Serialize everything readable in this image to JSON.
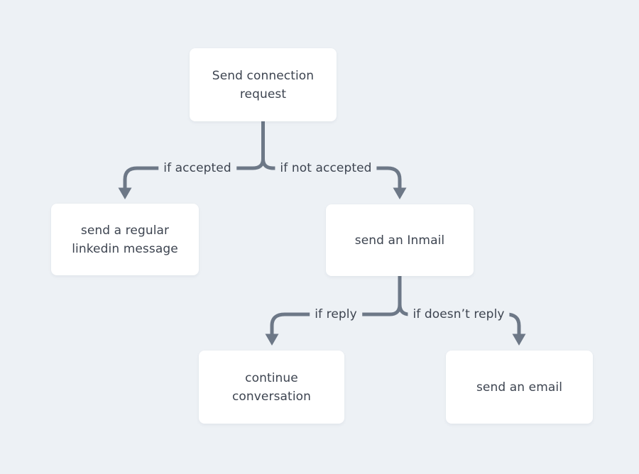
{
  "colors": {
    "background": "#edf1f5",
    "line": "#6d7887",
    "node_bg": "#ffffff",
    "text": "#3d4450"
  },
  "nodes": {
    "root": {
      "lines": [
        "Send connection",
        "request"
      ]
    },
    "linkedin_message": {
      "lines": [
        "send a regular",
        "linkedin message"
      ]
    },
    "inmail": {
      "lines": [
        "send an Inmail"
      ]
    },
    "continue_conversation": {
      "lines": [
        "continue",
        "conversation"
      ]
    },
    "email": {
      "lines": [
        "send an email"
      ]
    }
  },
  "edges": {
    "if_accepted": {
      "label": "if accepted",
      "from": "root",
      "to": "linkedin_message"
    },
    "if_not_accepted": {
      "label": "if not accepted",
      "from": "root",
      "to": "inmail"
    },
    "if_reply": {
      "label": "if reply",
      "from": "inmail",
      "to": "continue_conversation"
    },
    "if_doesnt_reply": {
      "label": "if doesn’t reply",
      "from": "inmail",
      "to": "email"
    }
  }
}
